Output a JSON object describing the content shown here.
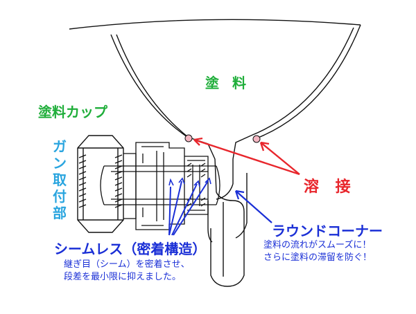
{
  "labels": {
    "paint": "塗 料",
    "paint_cup": "塗料カップ",
    "gun_mount": [
      "ガ",
      "ン",
      "取",
      "付",
      "部"
    ],
    "weld": "溶 接",
    "seamless_title": "シームレス（密着構造）",
    "seamless_desc": [
      "継ぎ目（シーム）を密着させ、",
      "段差を最小限に抑えました。"
    ],
    "round_corner_title": "ラウンドコーナー",
    "round_corner_desc": [
      "塗料の流れがスムーズに！",
      "さらに塗料の滞留を防ぐ！"
    ]
  },
  "colors": {
    "green": "#1fae3a",
    "cyan": "#2aa5df",
    "red": "#e8262c",
    "blue": "#1a2fd6",
    "outline": "#111111",
    "weld_fill": "#f4b6c2"
  }
}
